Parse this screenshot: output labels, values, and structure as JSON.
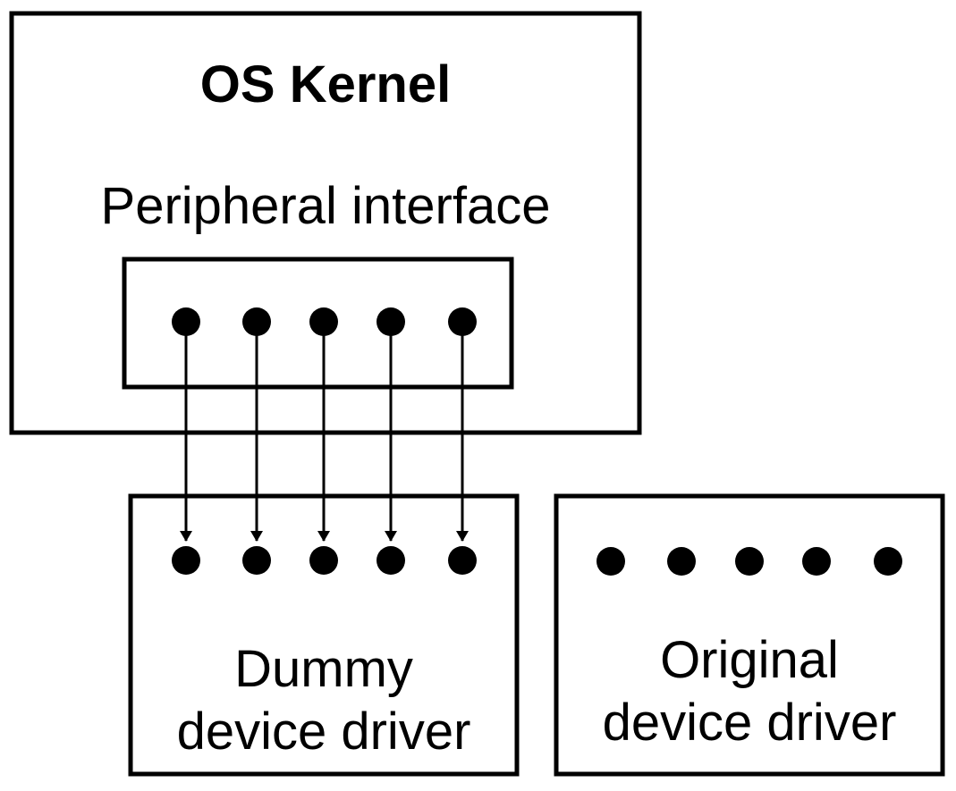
{
  "kernel": {
    "title": "OS Kernel",
    "interface_label": "Peripheral interface",
    "port_count": 5
  },
  "dummy_driver": {
    "label_line1": "Dummy",
    "label_line2": "device driver",
    "port_count": 5
  },
  "original_driver": {
    "label_line1": "Original",
    "label_line2": "device driver",
    "port_count": 5
  },
  "connections": [
    {
      "from": "kernel.port.1",
      "to": "dummy_driver.port.1"
    },
    {
      "from": "kernel.port.2",
      "to": "dummy_driver.port.2"
    },
    {
      "from": "kernel.port.3",
      "to": "dummy_driver.port.3"
    },
    {
      "from": "kernel.port.4",
      "to": "dummy_driver.port.4"
    },
    {
      "from": "kernel.port.5",
      "to": "dummy_driver.port.5"
    }
  ],
  "colors": {
    "stroke": "#000000",
    "background": "#ffffff"
  }
}
